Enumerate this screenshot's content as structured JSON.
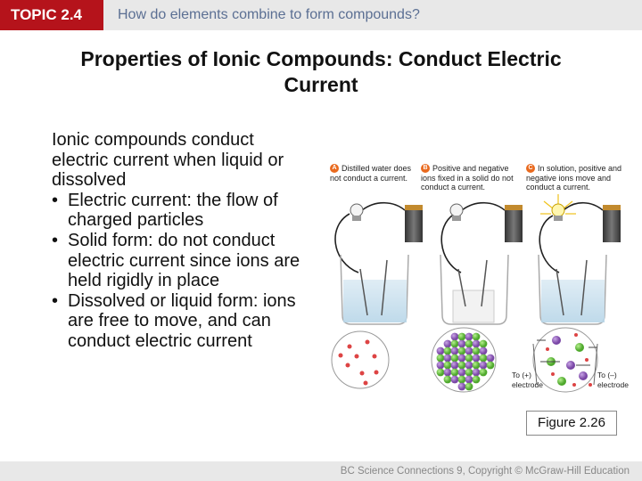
{
  "header": {
    "topic_badge": "TOPIC 2.4",
    "question": "How do elements combine to form compounds?"
  },
  "slide": {
    "title": "Properties of Ionic Compounds: Conduct Electric Current",
    "intro": "Ionic compounds conduct electric current when liquid or dissolved",
    "bullets": [
      "Electric current: the flow of charged particles",
      "Solid form: do not conduct electric current since ions are held rigidly in place",
      "Dissolved or liquid form: ions are free to move, and can conduct electric current"
    ],
    "bullet_glyph": "•"
  },
  "figure": {
    "panels": [
      {
        "letter": "A",
        "caption": "Distilled water does not conduct a current."
      },
      {
        "letter": "B",
        "caption": "Positive and negative ions fixed in a solid do not conduct a current."
      },
      {
        "letter": "C",
        "caption": "In solution, positive and negative ions move and conduct a current."
      }
    ],
    "electrode_left": "To (+) electrode",
    "electrode_right": "To (–) electrode",
    "label": "Figure 2.26"
  },
  "footer": {
    "text": "BC Science Connections 9, Copyright © McGraw-Hill Education"
  },
  "colors": {
    "badge": "#b5131b",
    "question": "#5b6f93",
    "panel_letter": "#e96a1f",
    "ion_positive": "#8e5bb5",
    "ion_negative": "#6cc04a",
    "water": "#cfe3ef"
  }
}
